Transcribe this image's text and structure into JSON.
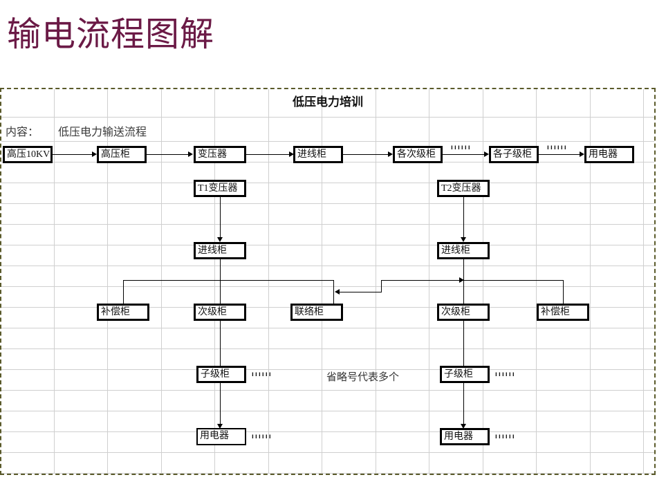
{
  "slide": {
    "title": "输电流程图解",
    "title_color": "#6b1a46"
  },
  "sheet": {
    "title": "低压电力培训",
    "content_label": "内容：",
    "content_value": "低压电力输送流程",
    "footnote": "省略号代表多个",
    "ellipsis_mark": "ıııııı",
    "border_color": "#5a5a2a",
    "grid_color": "#cfcfcf",
    "node_border_color": "#000000"
  },
  "flow": {
    "row_main": [
      {
        "id": "src",
        "label": "高压10KV"
      },
      {
        "id": "hv",
        "label": "高压柜"
      },
      {
        "id": "xfmr",
        "label": "变压器"
      },
      {
        "id": "incoming",
        "label": "进线柜"
      },
      {
        "id": "sub_all",
        "label": "各次级柜"
      },
      {
        "id": "child_all",
        "label": "各子级柜"
      },
      {
        "id": "load_all",
        "label": "用电器"
      }
    ],
    "left_branch": {
      "transformer": "T1变压器",
      "incoming": "进线柜",
      "compensation": "补偿柜",
      "secondary": "次级柜",
      "tie": "联络柜",
      "child": "子级柜",
      "load": "用电器"
    },
    "right_branch": {
      "transformer": "T2变压器",
      "incoming": "进线柜",
      "secondary": "次级柜",
      "compensation": "补偿柜",
      "child": "子级柜",
      "load": "用电器"
    }
  }
}
